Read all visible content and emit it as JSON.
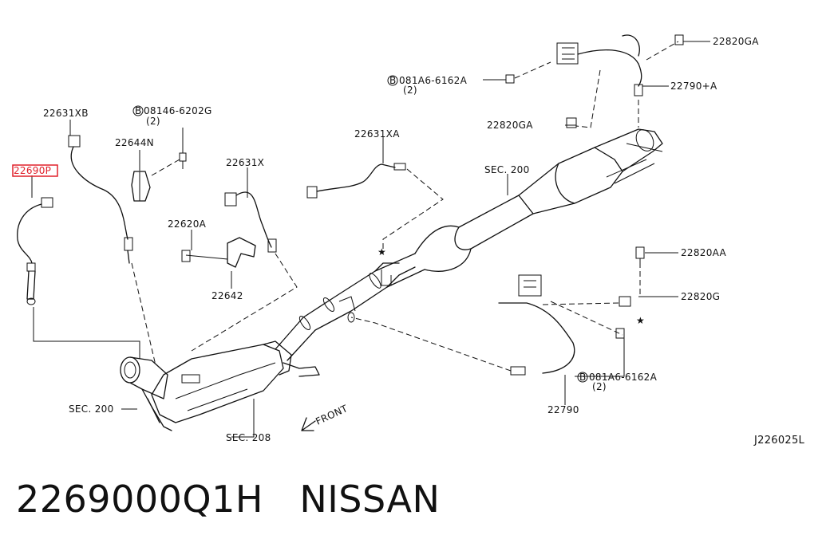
{
  "labels": {
    "l_22690p": "22690P",
    "l_22631xb": "22631XB",
    "l_b08146": "08146-6202G",
    "l_b08146_qty": "(2)",
    "l_22644n": "22644N",
    "l_22631xa": "22631XA",
    "l_22631x": "22631X",
    "l_22620a": "22620A",
    "l_22642": "22642",
    "l_sec200_top": "SEC. 200",
    "l_sec200_left": "SEC. 200",
    "l_sec208": "SEC. 208",
    "l_front": "FRONT",
    "l_b081a6_top": "081A6-6162A",
    "l_b081a6_top_qty": "(2)",
    "l_22820ga_top": "22820GA",
    "l_22790a": "22790+A",
    "l_22820ga_mid": "22820GA",
    "l_22820aa": "22820AA",
    "l_22820g": "22820G",
    "l_b081a6_bot": "081A6-6162A",
    "l_b081a6_bot_qty": "(2)",
    "l_22790": "22790",
    "l_j226025l": "J226025L",
    "bolt_prefix": "B"
  },
  "caption": {
    "part_number": "2269000Q1H",
    "brand": "NISSAN"
  }
}
